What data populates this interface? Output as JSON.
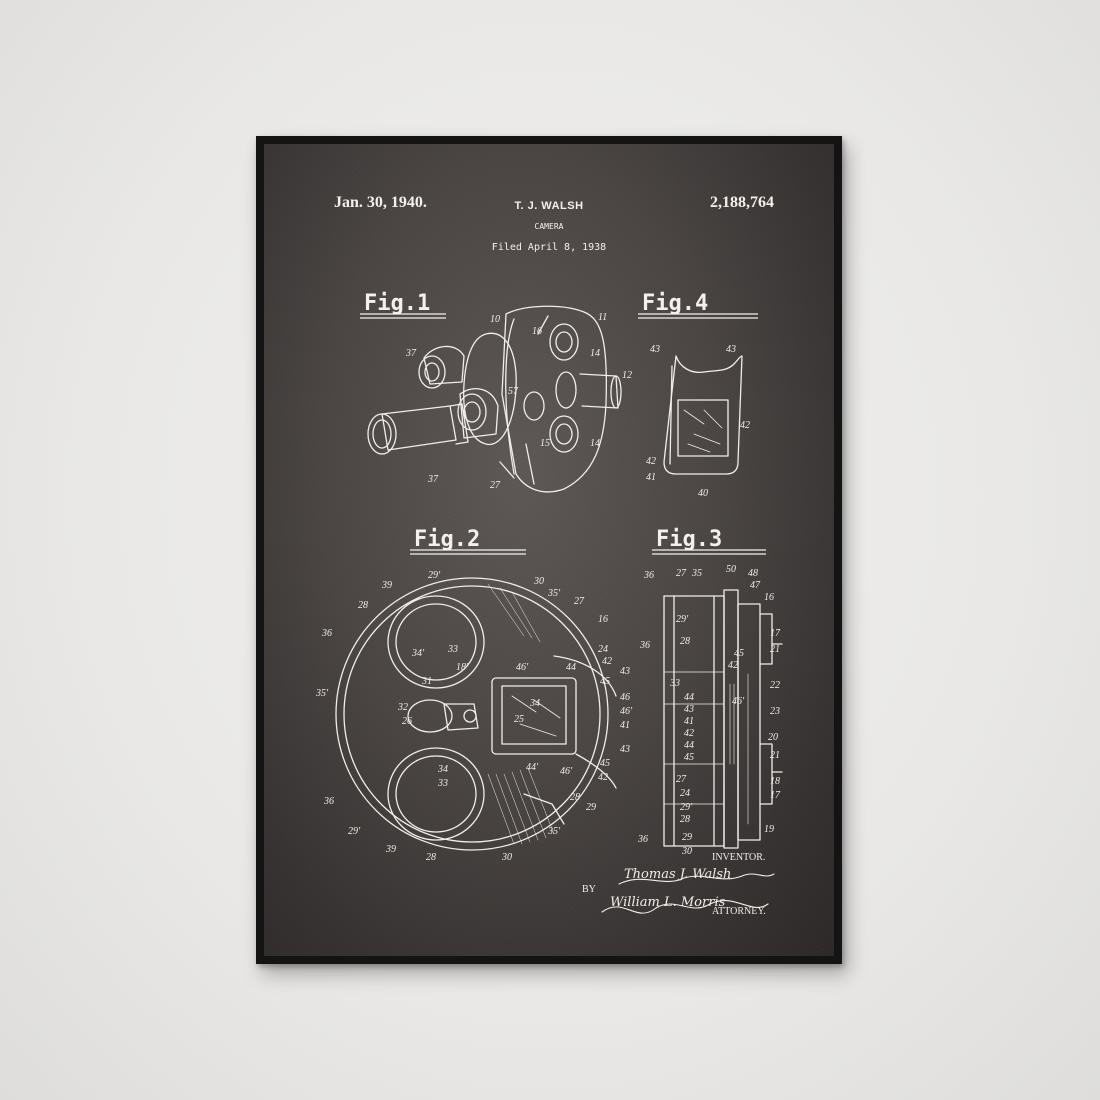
{
  "header": {
    "date": "Jan. 30, 1940.",
    "inventor": "T. J. WALSH",
    "title": "CAMERA",
    "filed": "Filed April 8, 1938",
    "patent_number": "2,188,764"
  },
  "figures": {
    "fig1": "Fig.1",
    "fig2": "Fig.2",
    "fig3": "Fig.3",
    "fig4": "Fig.4"
  },
  "labels": {
    "fig1": [
      "10",
      "16",
      "11",
      "14",
      "37",
      "57",
      "12",
      "14",
      "15",
      "37",
      "27"
    ],
    "fig4": [
      "43",
      "43",
      "42",
      "42",
      "41",
      "40"
    ],
    "fig2": [
      "29'",
      "30",
      "39",
      "35'",
      "27",
      "28",
      "16",
      "36",
      "34'",
      "33",
      "24",
      "42",
      "18'",
      "46'",
      "44",
      "45",
      "31",
      "43",
      "32",
      "34",
      "46",
      "26",
      "25",
      "46'",
      "41",
      "35'",
      "43",
      "44'",
      "46'",
      "45",
      "42",
      "34",
      "33",
      "29",
      "36",
      "28",
      "29'",
      "35'",
      "39",
      "28",
      "30"
    ],
    "fig3": [
      "36",
      "27",
      "35",
      "50",
      "48",
      "47",
      "16",
      "29'",
      "28",
      "17",
      "21",
      "36",
      "42",
      "33",
      "45",
      "22",
      "44",
      "46'",
      "43",
      "23",
      "41",
      "42",
      "20",
      "44",
      "45",
      "21",
      "27",
      "18",
      "24",
      "17",
      "29'",
      "28",
      "19",
      "36",
      "29",
      "30"
    ]
  },
  "signature": {
    "inventor_name": "Thomas J. Walsh",
    "inventor_label": "INVENTOR.",
    "by": "BY",
    "attorney_name": "William L. Morris",
    "attorney_label": "ATTORNEY."
  },
  "colors": {
    "ink": "#f4f1ec",
    "poster": "#4b4644",
    "frame": "#141414",
    "wall": "#ebeae8"
  }
}
